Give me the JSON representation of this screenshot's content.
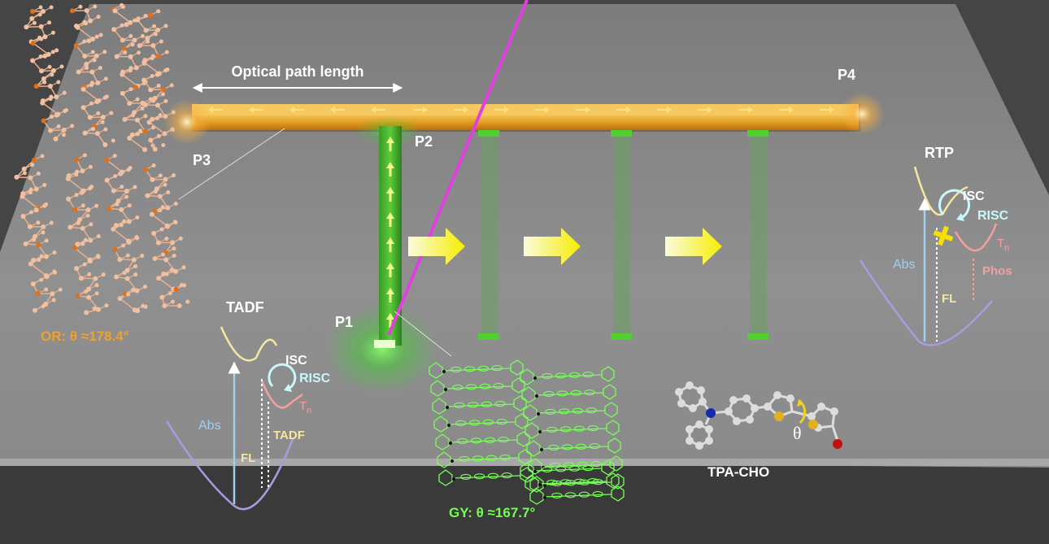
{
  "labels": {
    "optical_path": "Optical path length",
    "p1": "P1",
    "p2": "P2",
    "p3": "P3",
    "p4": "P4",
    "or_theta": "OR: θ ≈178.4°",
    "gy_theta": "GY: θ ≈167.7°",
    "tpa_cho": "TPA-CHO",
    "theta_symbol": "θ"
  },
  "tadf_diagram": {
    "title": "TADF",
    "isc": "ISC",
    "risc": "RISC",
    "tn": "T",
    "tn_sub": "n",
    "abs": "Abs",
    "fl": "FL",
    "tadf_label": "TADF"
  },
  "rtp_diagram": {
    "title": "RTP",
    "isc": "ISC",
    "risc": "RISC",
    "tn": "T",
    "tn_sub": "n",
    "abs": "Abs",
    "fl": "FL",
    "phos": "Phos"
  },
  "colors": {
    "orange_wire": "#e8a020",
    "green_wire": "#3ea52a",
    "laser": "#e040e0",
    "or_text": "#f0a030",
    "gy_text": "#70ff50",
    "yellow_arrow": "#f5f000",
    "surface": "#8a8a8a"
  }
}
